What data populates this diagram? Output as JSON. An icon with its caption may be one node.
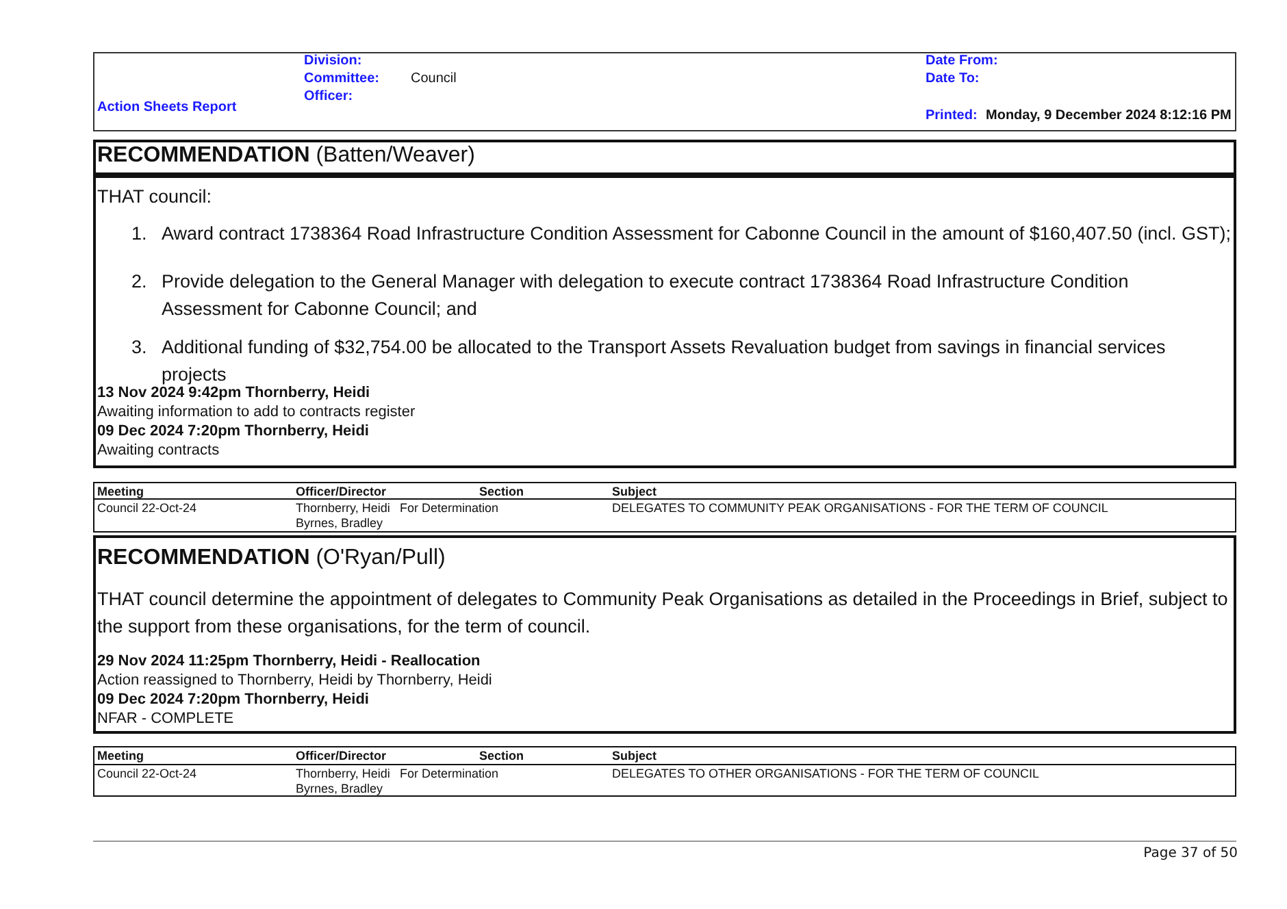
{
  "diagram": {
    "labels": [
      "Division:",
      "Committee:",
      "Council",
      "Officer:",
      "Date From:",
      "Date To:",
      "Action Sheets Report",
      "Printed:",
      "Monday, 9 December 2024  8:12:16 PM",
      "**RECOMMENDATION** (Batten/Weaver)",
      "THAT council:",
      "1.",
      "Award contract 1738364 Road Infrastructure Condition Assessment for Cabonne Council in the amount of $160,407.50 (incl. GST);",
      "2.",
      "Provide delegation to the General Manager with delegation to execute contract 1738364 Road Infrastructure Condition Assessment for Cabonne Council; and",
      "3.",
      "Additional funding of $32,754.00 be allocated to the Transport Assets Revaluation budget from savings in financial services projects",
      "13 Nov 2024 9:42pm Thornberry, Heidi",
      "Awaiting information to add to contracts register",
      "09 Dec 2024 7:20pm Thornberry, Heidi",
      "Awaiting contracts",
      "Meeting",
      "Officer/Director",
      "Section",
      "Subject",
      "Council 22-Oct-24",
      "Thornberry, Heidi Byrnes, Bradley",
      "For Determination",
      "DELEGATES TO COMMUNITY PEAK ORGANISATIONS - FOR THE TERM OF COUNCIL",
      "**RECOMMENDATION** (O'Ryan/Pull)",
      "THAT council determine the appointment of delegates to Community Peak Organisations as detailed in the Proceedings in Brief, subject to the support from these organisations, for the term of council.",
      "29 Nov 2024 11:25pm Thornberry, Heidi - Reallocation",
      "Action reassigned to Thornberry, Heidi by Thornberry, Heidi",
      "09 Dec 2024 7:20pm Thornberry, Heidi",
      "NFAR - COMPLETE",
      "Meeting",
      "Officer/Director",
      "Section",
      "Subject",
      "Council 22-Oct-24",
      "Thornberry, Heidi Byrnes, Bradley",
      "For Determination",
      "DELEGATES TO OTHER ORGANISATIONS - FOR THE TERM OF COUNCIL",
      "Page 37 of 50"
    ]
  }
}
